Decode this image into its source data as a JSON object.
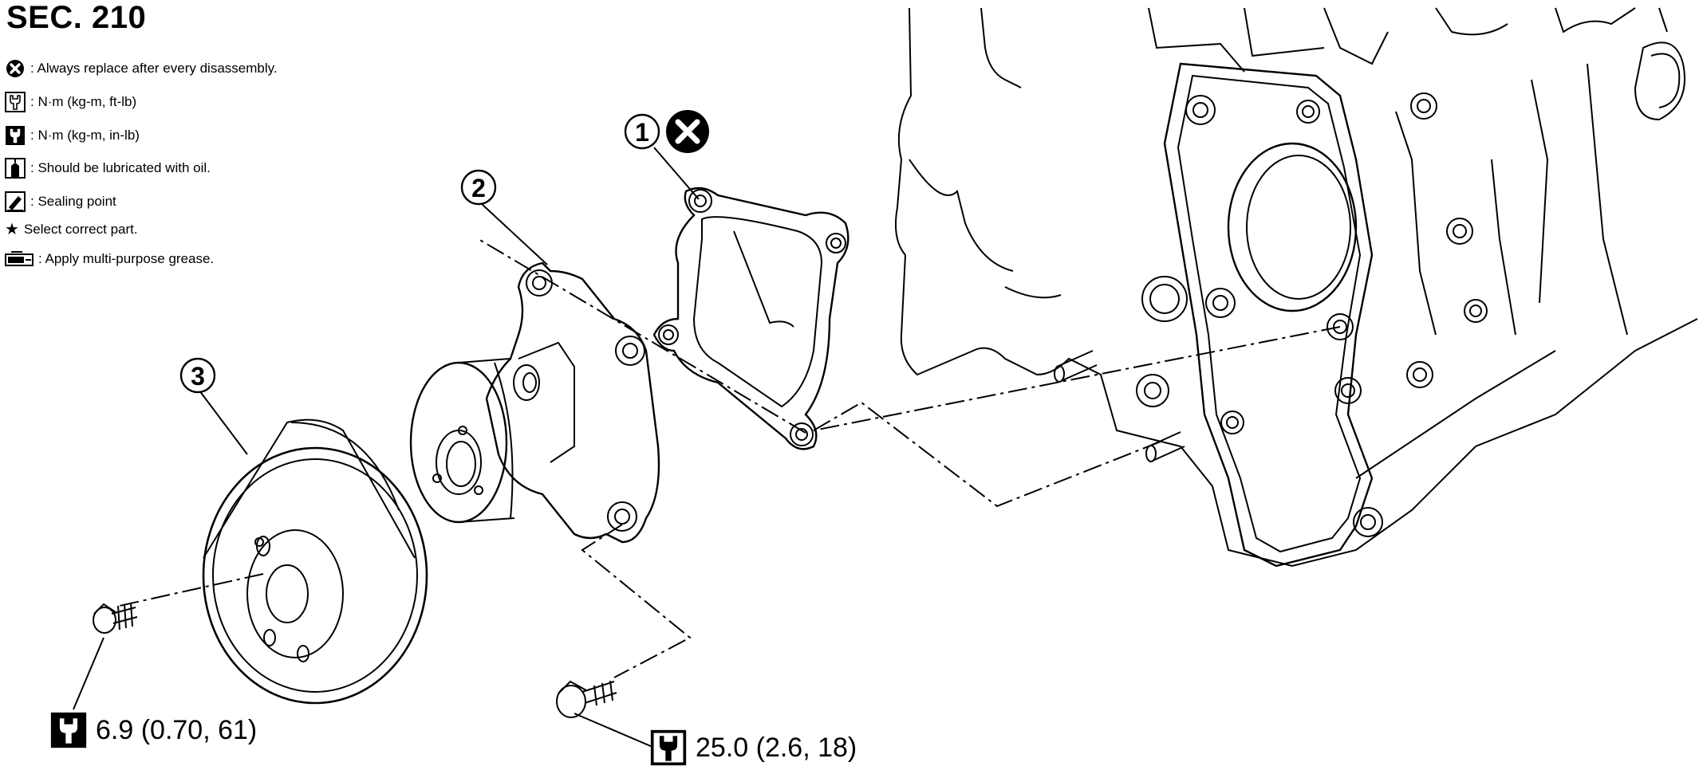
{
  "title": "SEC. 210",
  "legend": [
    {
      "icon": "replace-icon",
      "text": ": Always replace after every disassembly."
    },
    {
      "icon": "torque-ftlb-icon",
      "text": ": N·m (kg-m, ft-lb)"
    },
    {
      "icon": "torque-inlb-icon",
      "text": ": N·m (kg-m, in-lb)"
    },
    {
      "icon": "oil-can-icon",
      "text": ": Should be lubricated with oil."
    },
    {
      "icon": "sealant-icon",
      "text": ": Sealing point"
    },
    {
      "icon": "star-icon",
      "text": "Select correct part."
    },
    {
      "icon": "grease-icon",
      "text": ": Apply multi-purpose grease."
    }
  ],
  "callouts": [
    {
      "number": "1",
      "has_replace_mark": true
    },
    {
      "number": "2",
      "has_replace_mark": false
    },
    {
      "number": "3",
      "has_replace_mark": false
    }
  ],
  "torques": [
    {
      "icon": "torque-inlb-icon",
      "value": "6.9 (0.70, 61)"
    },
    {
      "icon": "torque-ftlb-icon",
      "value": "25.0 (2.6, 18)"
    }
  ]
}
